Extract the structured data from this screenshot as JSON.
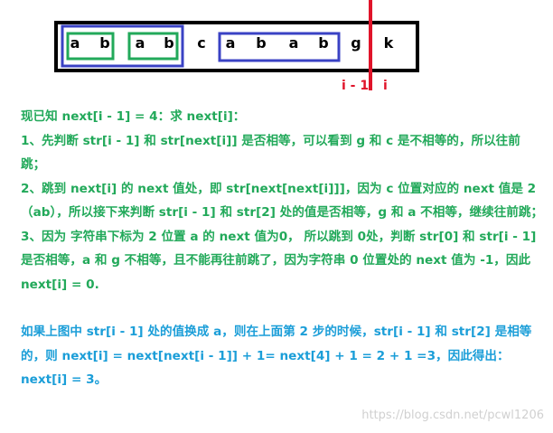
{
  "string_chars": [
    "a",
    "b",
    "a",
    "b",
    "c",
    "a",
    "b",
    "a",
    "b",
    "g",
    "k"
  ],
  "index_labels": {
    "prev": "i - 1",
    "cur": "i"
  },
  "colors": {
    "outer_box": "#000000",
    "green_box": "#22a95a",
    "blue_box": "#3a42c4",
    "marker": "#e0142a",
    "green_text": "#22a95a",
    "blue_text": "#1b9ed8",
    "watermark": "#d0d0d0"
  },
  "paragraphs": {
    "p1": "现已知 next[i - 1] = 4：求 next[i]：",
    "p2": "1、先判断 str[i - 1] 和 str[next[i]] 是否相等，可以看到 g 和 c 是不相等的，所以往前跳；",
    "p3": "2、跳到 next[i] 的 next 值处，即 str[next[next[i]]]，因为 c 位置对应的 next 值是 2（ab），所以接下来判断 str[i - 1] 和 str[2] 处的值是否相等，g 和 a 不相等，继续往前跳；",
    "p4": "3、因为 字符串下标为 2 位置 a 的 next 值为0， 所以跳到 0处，判断 str[0] 和 str[i - 1] 是否相等，a 和 g 不相等，且不能再往前跳了，因为字符串 0 位置处的 next 值为 -1，因此 next[i] = 0.",
    "p5": "如果上图中 str[i - 1] 处的值换成 a，则在上面第 2 步的时候，str[i - 1] 和 str[2] 是相等的，则 next[i] = next[next[i - 1]] + 1= next[4] + 1 = 2 + 1 =3，因此得出：next[i] = 3。"
  },
  "watermark": "https://blog.csdn.net/pcwl1206"
}
